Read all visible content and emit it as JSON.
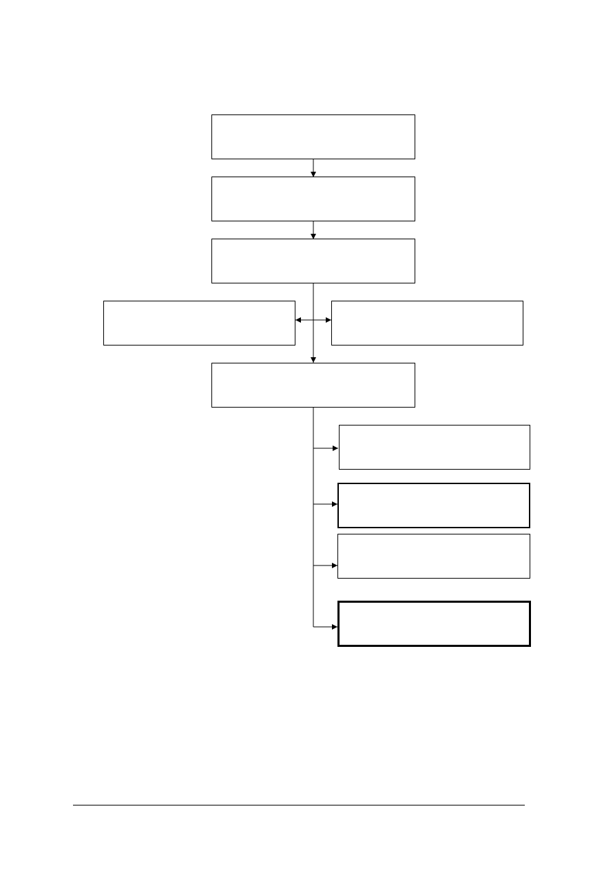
{
  "diagram": {
    "nodes": [
      {
        "id": "step-1",
        "label": "",
        "emphasis": false
      },
      {
        "id": "step-2",
        "label": "",
        "emphasis": false
      },
      {
        "id": "step-3",
        "label": "",
        "emphasis": false
      },
      {
        "id": "side-left",
        "label": "",
        "emphasis": false
      },
      {
        "id": "side-right",
        "label": "",
        "emphasis": false
      },
      {
        "id": "step-4",
        "label": "",
        "emphasis": false
      },
      {
        "id": "outcome-1",
        "label": "",
        "emphasis": false
      },
      {
        "id": "outcome-2",
        "label": "",
        "emphasis": false
      },
      {
        "id": "outcome-3",
        "label": "",
        "emphasis": false
      },
      {
        "id": "outcome-4",
        "label": "",
        "emphasis": true
      }
    ],
    "edges": [
      {
        "from": "step-1",
        "to": "step-2"
      },
      {
        "from": "step-2",
        "to": "step-3"
      },
      {
        "from": "step-3",
        "to": "step-4"
      },
      {
        "from": "step-3",
        "to": "side-left"
      },
      {
        "from": "step-3",
        "to": "side-right"
      },
      {
        "from": "step-4",
        "to": "outcome-1"
      },
      {
        "from": "step-4",
        "to": "outcome-2"
      },
      {
        "from": "step-4",
        "to": "outcome-3"
      },
      {
        "from": "step-4",
        "to": "outcome-4"
      }
    ],
    "colors": {
      "stroke": "#000000",
      "fill": "#ffffff"
    }
  }
}
